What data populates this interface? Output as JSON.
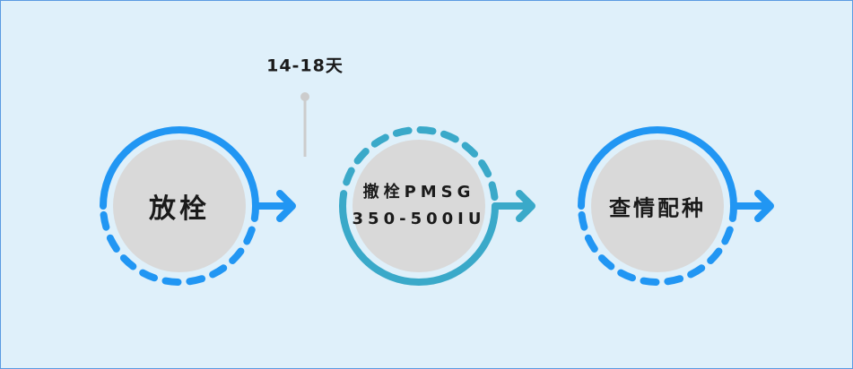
{
  "timeline": {
    "label": "14-18天"
  },
  "steps": [
    {
      "title": "放栓",
      "color": "#2196f3"
    },
    {
      "title_line1": "撤栓PMSG",
      "title_line2": "350-500IU",
      "color": "#3aa9c9"
    },
    {
      "title": "查情配种",
      "color": "#2196f3"
    }
  ],
  "colors": {
    "background": "#dff0fa",
    "circle_fill": "#d9d9d9",
    "marker": "#cccccc"
  }
}
